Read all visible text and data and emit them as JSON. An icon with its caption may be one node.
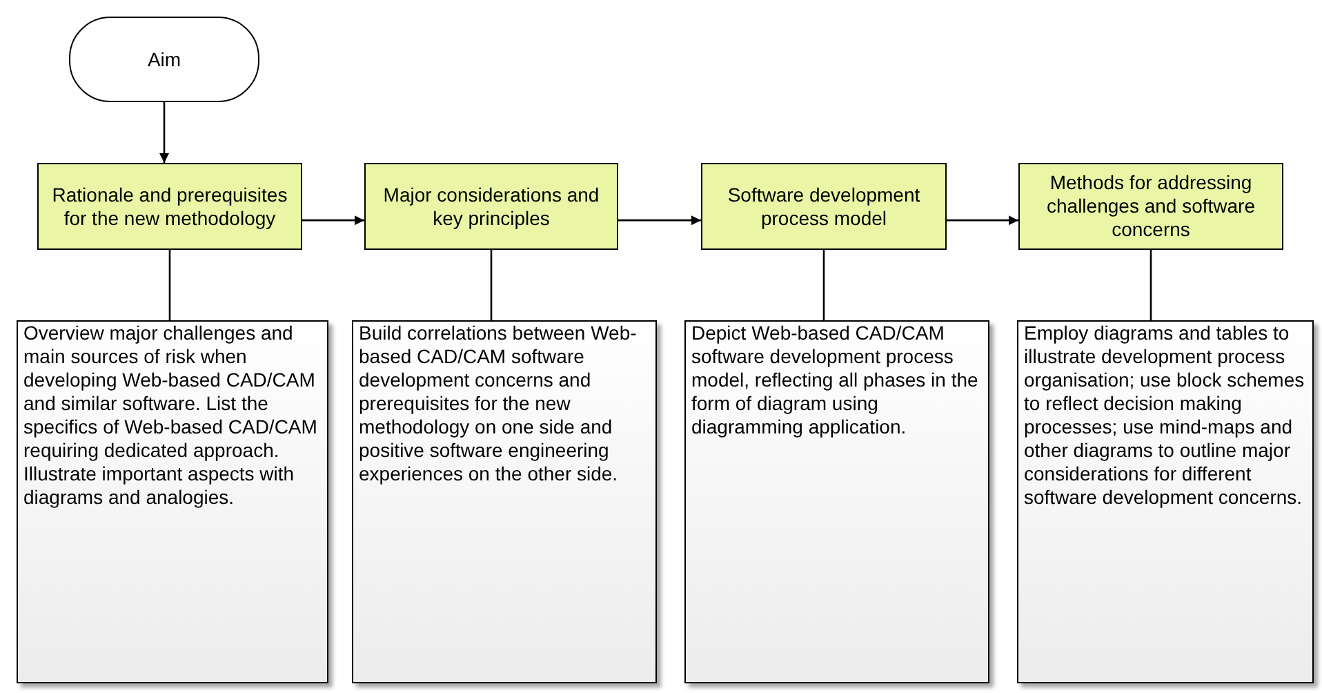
{
  "diagram": {
    "nodes": [
      {
        "text": [
          "Aim"
        ]
      },
      {
        "text": [
          "Rationale and prerequisites for the new methodology"
        ]
      },
      {
        "text": [
          "Major considerations and key principles"
        ]
      },
      {
        "text": [
          "Software development process model"
        ]
      },
      {
        "text": [
          "Methods for addressing challenges and software concerns"
        ]
      },
      {
        "text": [
          "Overview major challenges and main sources of risk when developing Web-based CAD/CAM and similar software. List the specifics of Web-based CAD/CAM requiring dedicated approach. Illustrate important aspects with diagrams and analogies."
        ]
      },
      {
        "text": [
          "Build correlations between Web-based CAD/CAM software development concerns and prerequisites for the new methodology on one side and positive software engineering experiences on the other side."
        ]
      },
      {
        "text": [
          "Depict Web-based CAD/CAM software development process model, reflecting all phases in the form of diagram using diagramming application."
        ]
      },
      {
        "text": [
          "Employ diagrams and tables to illustrate development process organisation; use block schemes to reflect decision making processes; use mind-maps and other diagrams to outline major considerations for different software development concerns."
        ]
      }
    ],
    "edges": [
      {
        "from": 0,
        "to": 1,
        "arrow": "to"
      },
      {
        "from": 1,
        "to": 2,
        "arrow": "to"
      },
      {
        "from": 2,
        "to": 3,
        "arrow": "to"
      },
      {
        "from": 3,
        "to": 4,
        "arrow": "to"
      },
      {
        "from": 1,
        "to": 5,
        "arrow": "none"
      },
      {
        "from": 2,
        "to": 6,
        "arrow": "none"
      },
      {
        "from": 3,
        "to": 7,
        "arrow": "none"
      },
      {
        "from": 4,
        "to": 8,
        "arrow": "none"
      }
    ]
  }
}
